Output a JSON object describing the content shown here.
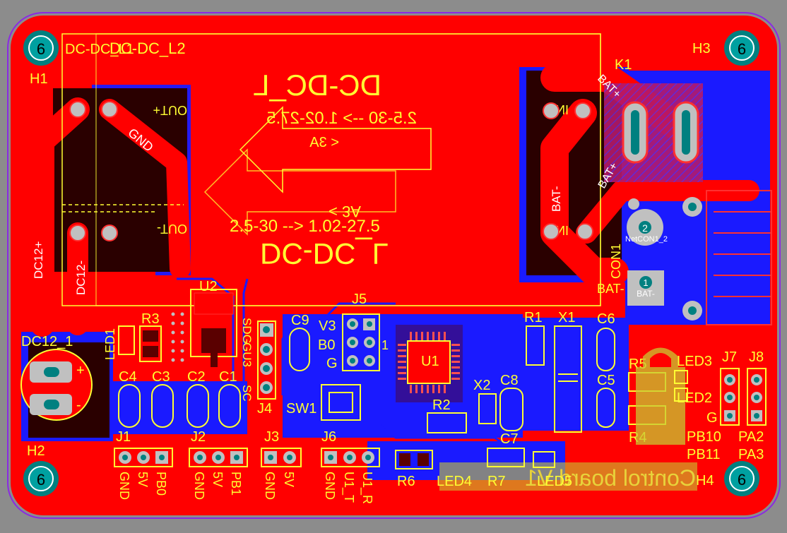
{
  "colors": {
    "background": "#8c8c8c",
    "board": "#ff0000",
    "bottom_copper": "#1a1aff",
    "silkscreen": "#ffff33",
    "pad": "#c0c0c0",
    "via": "#008080",
    "board_outline": "#8a2be2"
  },
  "mounting_holes": {
    "number": "6",
    "labels": {
      "h1": "H1",
      "h2": "H2",
      "h3": "H3",
      "h4": "H4"
    }
  },
  "module_labels": {
    "l1": "DC-DC_L1",
    "l2": "DC-DC_L2",
    "title_top": "DC-DC_L",
    "spec_top": "2.5-30 --> 1.02-27.5",
    "current_top": "< 3A",
    "title_bottom": "DC-DC_L",
    "spec_bottom": "2.5-30 --> 1.02-27.5",
    "current_bottom": "< 3A",
    "out_plus": "OUT+",
    "out_minus": "OUT-",
    "in_plus": "IN +",
    "in_minus": "IN -",
    "gnd": "GND",
    "bat_minus": "BAT-",
    "bat_plus": "BAT+",
    "dc12_plus": "DC12+",
    "dc12_minus": "DC12-"
  },
  "designators": {
    "k1": "K1",
    "con1": "CON1",
    "con1_pad2": "2",
    "con1_pad1": "1",
    "con1_net": "NetCON1_2",
    "bat_minus_net": "BAT-",
    "bat_minus_label": "BAT-",
    "u2": "U2",
    "u1": "U1",
    "j5": "J5",
    "j5_v3": "V3",
    "j5_b0": "B0",
    "j5_g": "G",
    "j5_1": "1",
    "r1": "R1",
    "x1": "X1",
    "c6": "C6",
    "c9": "C9",
    "r3": "R3",
    "led1": "LED1",
    "dc12_1": "DC12_1",
    "dc12_plus_sym": "+",
    "dc12_minus_sym": "-",
    "c4": "C4",
    "c3": "C3",
    "c2": "C2",
    "c1": "C1",
    "sdg_labels": "SDG",
    "gu3": "GU3",
    "sc": "SC",
    "j4": "J4",
    "sw1": "SW1",
    "x2": "X2",
    "c8": "C8",
    "r2": "R2",
    "c7": "C7",
    "r5": "R5",
    "r4": "R4",
    "c5": "C5",
    "led3": "LED3",
    "led2": "LED2",
    "j7": "J7",
    "j8": "J8",
    "g": "G",
    "pb10": "PB10",
    "pb11": "PB11",
    "pa2": "PA2",
    "pa3": "PA3",
    "j1": "J1",
    "j2": "J2",
    "j3": "J3",
    "j6": "J6",
    "r6": "R6",
    "led4": "LED4",
    "r7": "R7",
    "led5": "LED5",
    "board_name": "Control board V1"
  },
  "headers": {
    "j1": [
      "GND",
      "5V",
      "PB0"
    ],
    "j2": [
      "GND",
      "5V",
      "PB1"
    ],
    "j3": [
      "GND",
      "5V"
    ],
    "j6": [
      "GND",
      "U1_T",
      "U1_R"
    ]
  }
}
